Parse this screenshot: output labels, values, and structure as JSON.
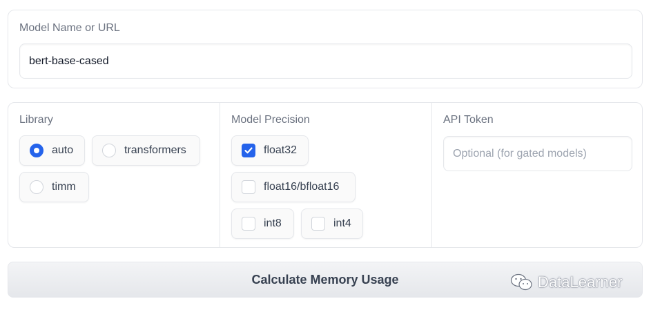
{
  "model": {
    "label": "Model Name or URL",
    "value": "bert-base-cased"
  },
  "library": {
    "label": "Library",
    "selected": "auto",
    "options": [
      "auto",
      "transformers",
      "timm"
    ]
  },
  "precision": {
    "label": "Model Precision",
    "options": [
      {
        "label": "float32",
        "checked": true
      },
      {
        "label": "float16/bfloat16",
        "checked": false
      },
      {
        "label": "int8",
        "checked": false
      },
      {
        "label": "int4",
        "checked": false
      }
    ]
  },
  "token": {
    "label": "API Token",
    "placeholder": "Optional (for gated models)"
  },
  "button": {
    "label": "Calculate Memory Usage"
  },
  "watermark": {
    "text": "DataLearner",
    "icon": "wechat-icon"
  },
  "colors": {
    "accent": "#2563eb",
    "border": "#e5e7eb",
    "label": "#6b7280"
  }
}
